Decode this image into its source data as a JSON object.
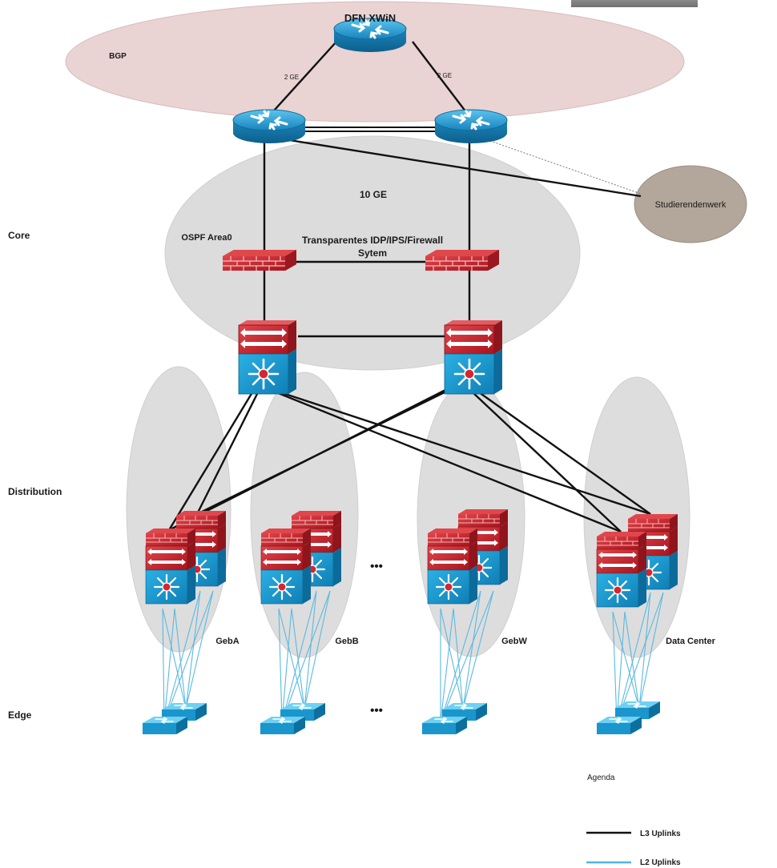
{
  "labels": {
    "dfn": "DFN XWiN",
    "bgp": "BGP",
    "link_left": "2 GE",
    "link_right": "2 GE",
    "ten_ge": "10 GE",
    "ospf": "OSPF Area0",
    "firewall_line1": "Transparentes IDP/IPS/Firewall",
    "firewall_line2": "Sytem",
    "studierendenwerk": "Studierendenwerk",
    "dots_distribution": "•••",
    "dots_edge": "•••"
  },
  "layers": {
    "core": "Core",
    "distribution": "Distribution",
    "edge": "Edge"
  },
  "buildings": [
    "GebA",
    "GebB",
    "GebW",
    "Data Center"
  ],
  "legend": {
    "title": "Agenda",
    "l3": "L3 Uplinks",
    "l2": "L2 Uplinks"
  },
  "colors": {
    "bgp_ellipse": "#e8d2d2",
    "area_ellipse": "#d9d9d9",
    "cloud_ellipse": "#b3a69a",
    "router_blue": "#1c8fc9",
    "firewall_red": "#c8202a",
    "switch_blue": "#1a9bd0",
    "l3_line": "#111111",
    "l2_line": "#4fb6e0"
  }
}
